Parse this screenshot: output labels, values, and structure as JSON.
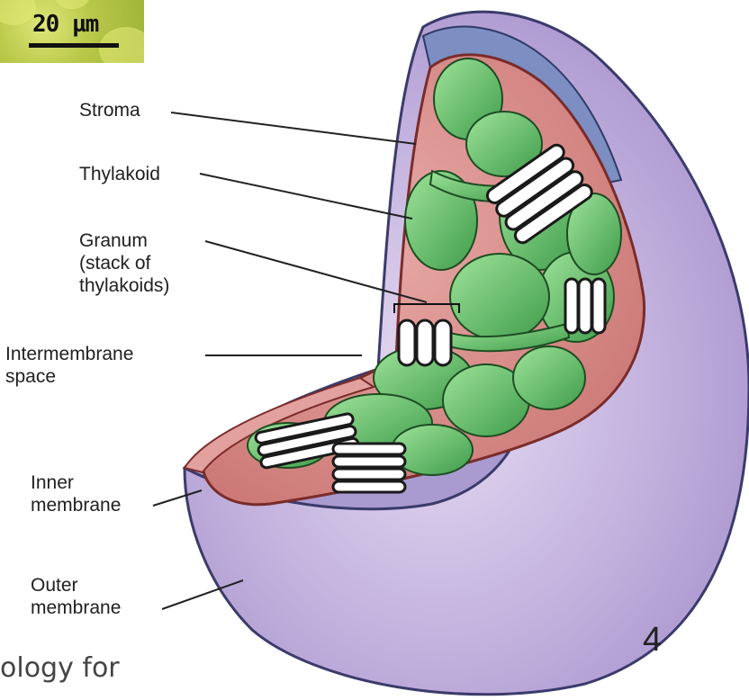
{
  "scale_bar": {
    "label": "20 µm"
  },
  "labels": {
    "stroma": "Stroma",
    "thylakoid": "Thylakoid",
    "granum": "Granum\n(stack of\nthylakoids)",
    "intermembrane": "Intermembrane\nspace",
    "inner": "Inner\nmembrane",
    "outer": "Outer\nmembrane"
  },
  "page_number": "4",
  "footer_text": "ology for",
  "colors": {
    "outer_membrane": "#b8a8d8",
    "stroma": "#d48a88",
    "thylakoid": "#5fc268",
    "granum_stack": "#222222"
  }
}
